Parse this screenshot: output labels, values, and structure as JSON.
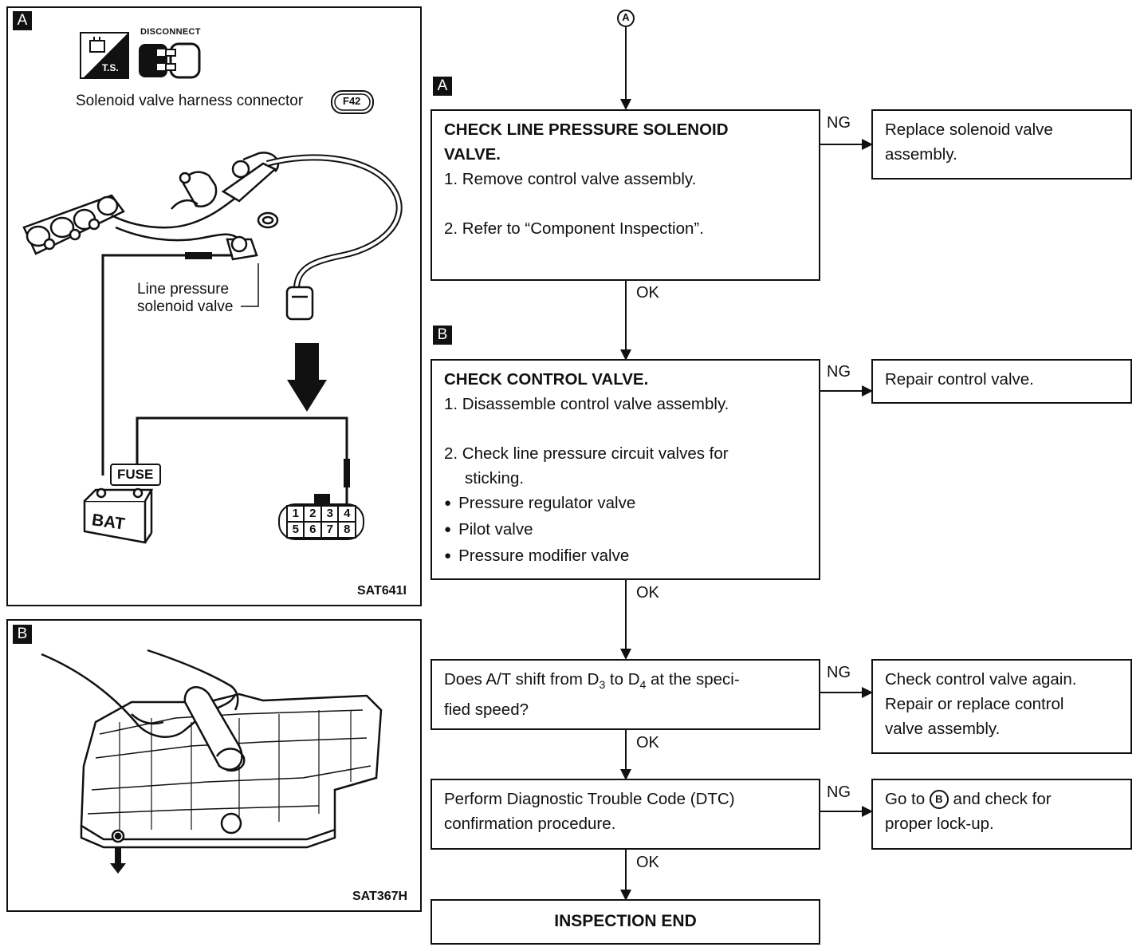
{
  "panel_a": {
    "tag": "A",
    "disconnect_label": "DISCONNECT",
    "ts_label": "T.S.",
    "connector_title": "Solenoid valve harness connector",
    "connector_id": "F42",
    "line_pressure_label_1": "Line pressure",
    "line_pressure_label_2": "solenoid valve",
    "fuse_label": "FUSE",
    "battery_label": "BAT",
    "pins_top": [
      "1",
      "2",
      "3",
      "4"
    ],
    "pins_bottom": [
      "5",
      "6",
      "7",
      "8"
    ],
    "figure_ref": "SAT641I"
  },
  "panel_b": {
    "tag": "B",
    "figure_ref": "SAT367H"
  },
  "flow": {
    "start_symbol": "A",
    "step_a_tag": "A",
    "step_b_tag": "B",
    "box1": {
      "title_1": "CHECK LINE PRESSURE SOLENOID",
      "title_2": "VALVE.",
      "step_1": "1.  Remove control valve assembly.",
      "step_2": "2.  Refer to “Component Inspection”."
    },
    "box1_ng": "Replace solenoid valve assembly.",
    "box2": {
      "title": "CHECK CONTROL VALVE.",
      "step_1": "1. Disassemble control valve assembly.",
      "step_2a": "2. Check line pressure circuit valves for",
      "step_2b": "sticking.",
      "bullets": [
        "Pressure regulator valve",
        "Pilot valve",
        "Pressure modifier valve"
      ]
    },
    "box2_ng": "Repair control valve.",
    "box3": {
      "text_1_pre": "Does A/T shift from D",
      "sub_1": "3",
      "text_1_mid": " to D",
      "sub_2": "4",
      "text_1_post": " at the speci-",
      "text_2": "fied speed?"
    },
    "box3_ng_1": "Check control valve again.",
    "box3_ng_2": "Repair or replace control",
    "box3_ng_3": "valve assembly.",
    "box4": {
      "line_1": "Perform Diagnostic Trouble Code (DTC)",
      "line_2": "confirmation procedure."
    },
    "box4_ng_pre": "Go to ",
    "box4_ng_symbol": "B",
    "box4_ng_post": " and check for",
    "box4_ng_2": "proper lock-up.",
    "end": "INSPECTION END",
    "ng": "NG",
    "ok": "OK"
  }
}
